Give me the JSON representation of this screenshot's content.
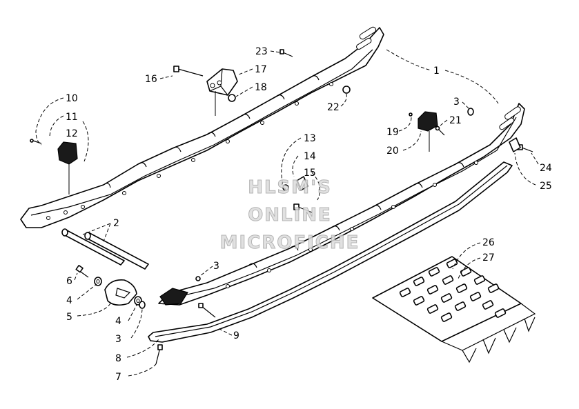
{
  "callouts": {
    "c1": "1",
    "c2": "2",
    "c3a": "3",
    "c3b": "3",
    "c3c": "3",
    "c4a": "4",
    "c4b": "4",
    "c5": "5",
    "c6": "6",
    "c7": "7",
    "c8": "8",
    "c9": "9",
    "c10": "10",
    "c11": "11",
    "c12": "12",
    "c13": "13",
    "c14": "14",
    "c15": "15",
    "c16": "16",
    "c17": "17",
    "c18": "18",
    "c19": "19",
    "c20": "20",
    "c21": "21",
    "c22": "22",
    "c23": "23",
    "c24": "24",
    "c25": "25",
    "c26": "26",
    "c27": "27"
  },
  "watermark": {
    "line1": "HLSM'S",
    "line2": "ONLINE",
    "line3": "MICROFICHE"
  }
}
